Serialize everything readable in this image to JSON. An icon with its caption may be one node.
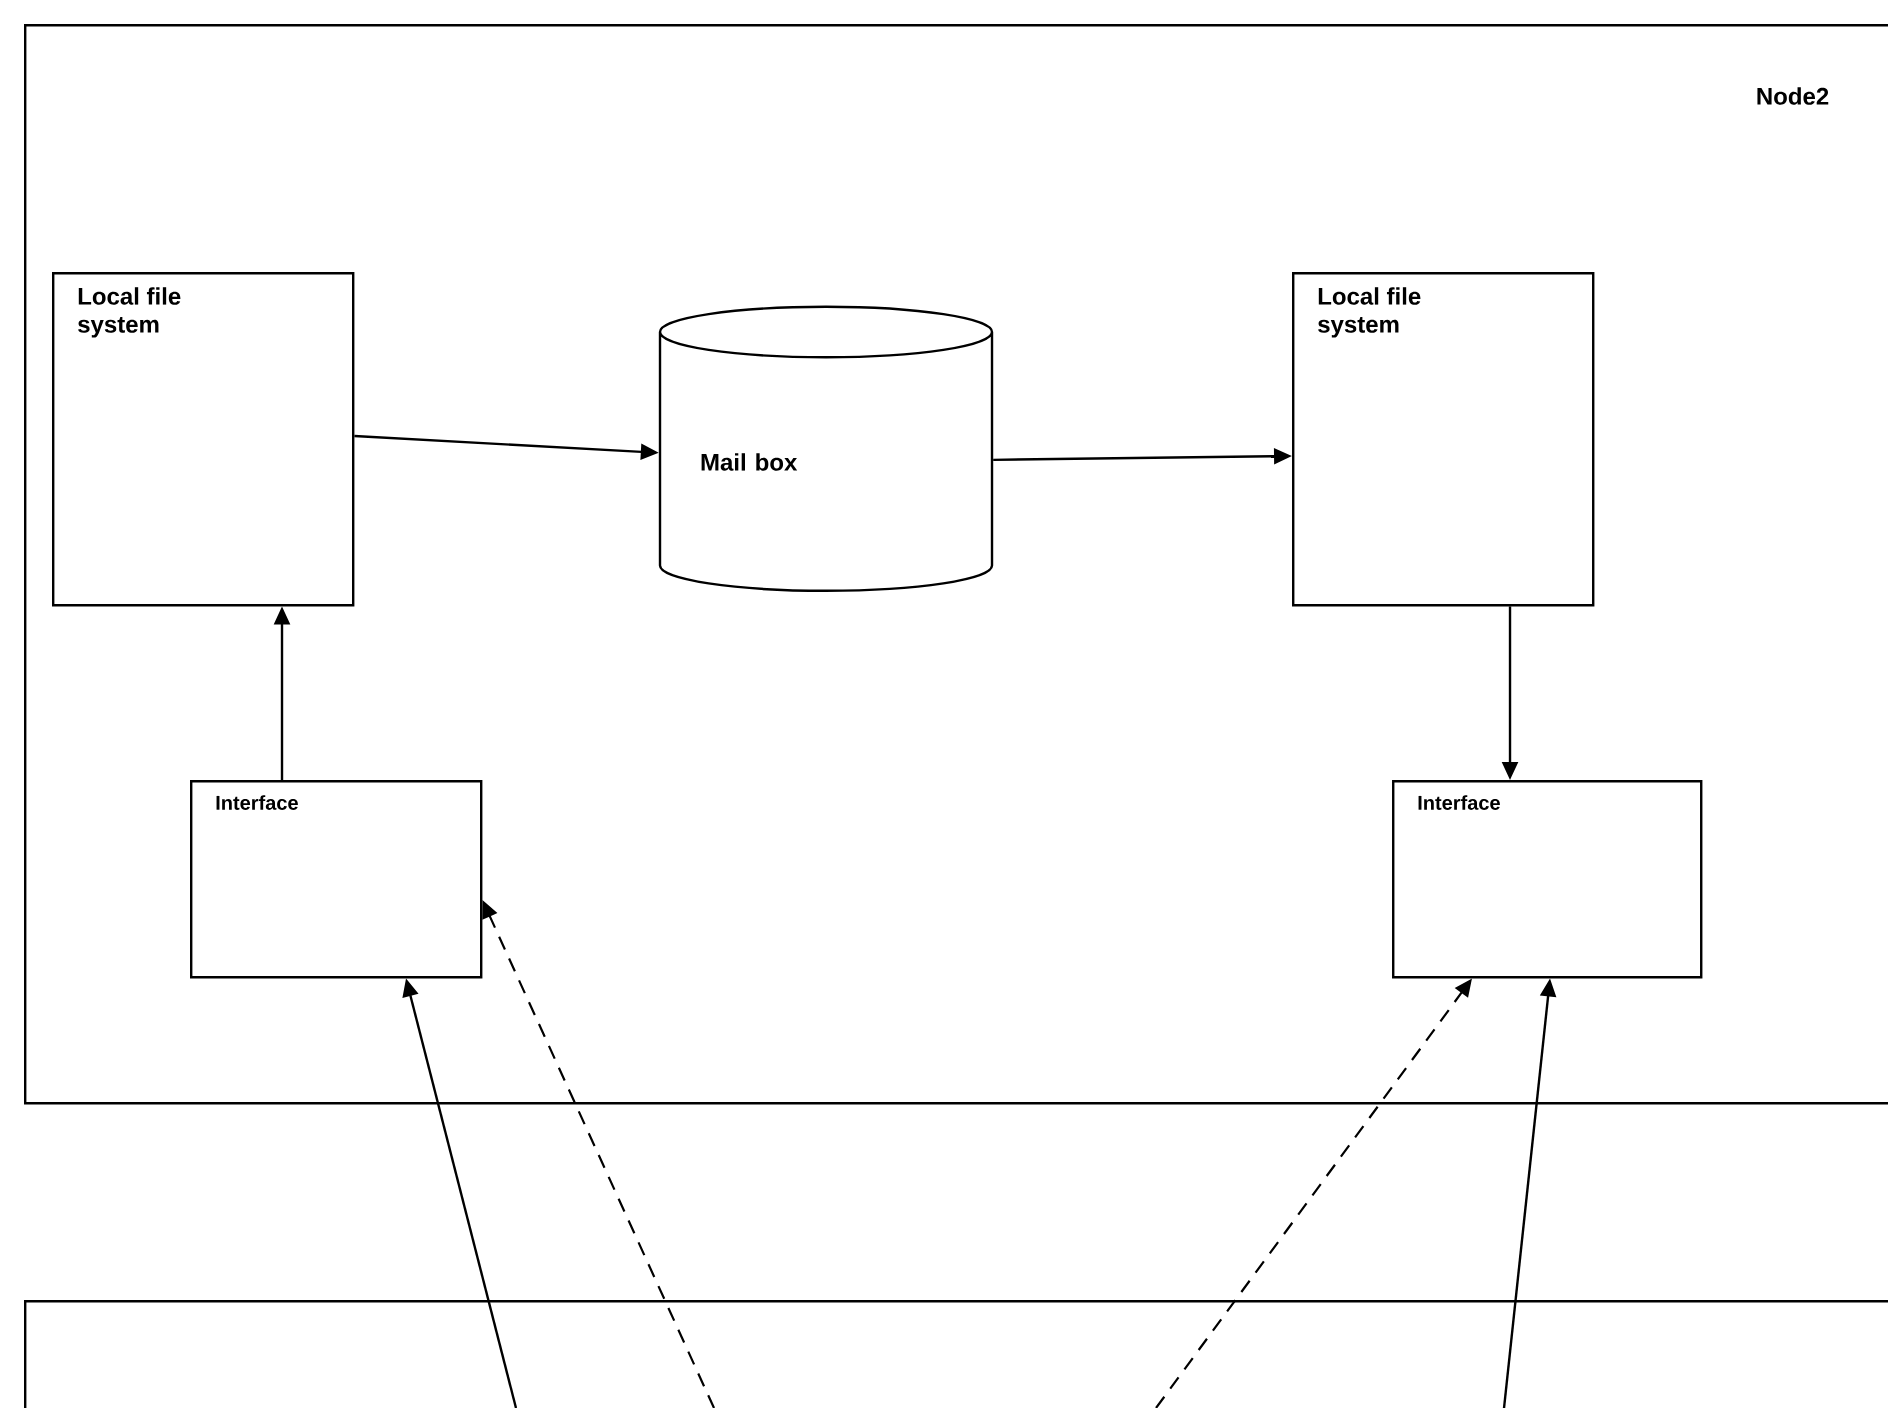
{
  "diagram": {
    "nodes": [
      {
        "text": [
          "Node2"
        ]
      },
      {
        "text": [
          "Local file system"
        ],
        "in": 0
      },
      {
        "text": [
          "Mail box"
        ],
        "in": 0
      },
      {
        "text": [
          "Local file system"
        ],
        "in": 0
      },
      {
        "text": [
          "Interface"
        ],
        "in": 0
      },
      {
        "text": [
          "Interface"
        ],
        "in": 0
      },
      {
        "text": [],
        "shape": "box"
      }
    ],
    "edges": [
      {
        "from": 1,
        "to": 2,
        "arrow": "to"
      },
      {
        "from": 2,
        "to": 3,
        "arrow": "to"
      },
      {
        "from": 4,
        "to": 1,
        "arrow": "to"
      },
      {
        "from": 3,
        "to": 5,
        "arrow": "to"
      },
      {
        "from": 6,
        "to": 4,
        "arrow": "to"
      },
      {
        "from": 6,
        "to": 4,
        "arrow": "to",
        "style": "dashed"
      },
      {
        "from": 6,
        "to": 5,
        "arrow": "to",
        "style": "dashed"
      },
      {
        "from": 6,
        "to": 5,
        "arrow": "to"
      }
    ]
  }
}
